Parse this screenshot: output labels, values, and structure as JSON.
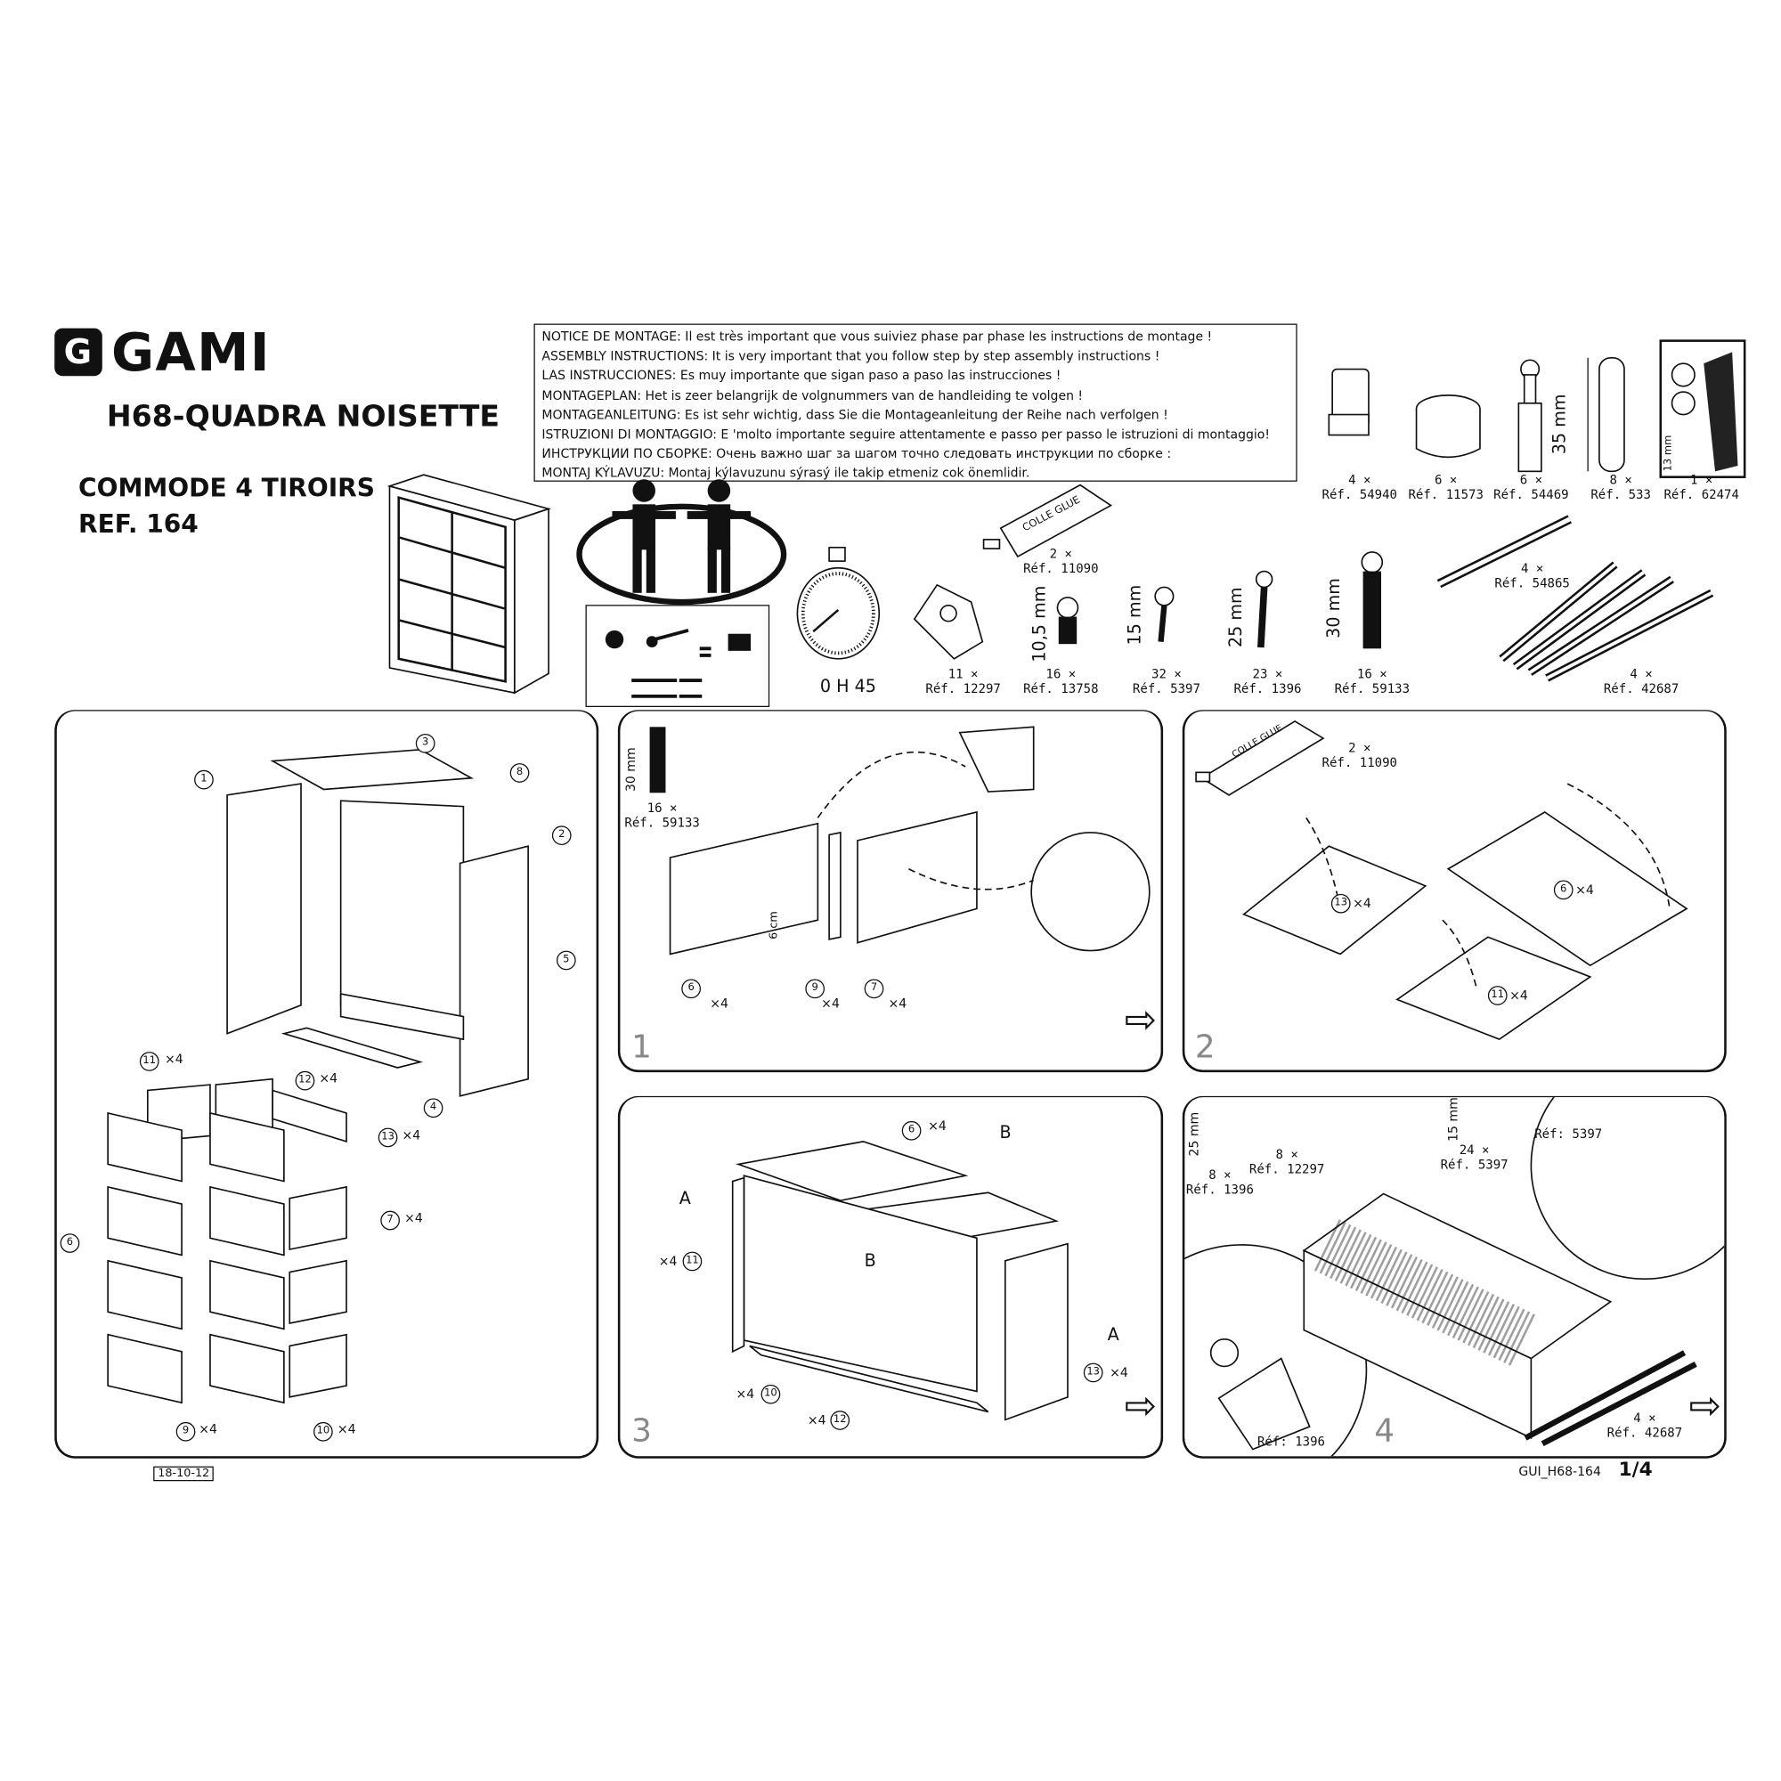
{
  "header": {
    "logo": "GAMI",
    "product": "H68-QUADRA NOISETTE",
    "type": "COMMODE 4 TIROIRS",
    "ref": "REF. 164"
  },
  "notice": [
    "NOTICE DE MONTAGE: Il est très important que vous suiviez phase par phase les instructions de montage !",
    "ASSEMBLY INSTRUCTIONS: It is very important that you follow step by step assembly instructions !",
    "LAS INSTRUCCIONES: Es muy importante que sigan paso a paso las instrucciones !",
    "MONTAGEPLAN: Het is zeer belangrijk de volgnummers van de handleiding te volgen !",
    "MONTAGEANLEITUNG: Es ist sehr wichtig, dass Sie die Montageanleitung der Reihe nach verfolgen !",
    "ISTRUZIONI DI MONTAGGIO: E 'molto importante seguire attentamente e passo per passo le istruzioni di montaggio!",
    "ИНСТРУКЦИИ ПО СБОРКЕ: Очень важно шаг за шагом точно следовать инструкции по сборке :",
    "MONTAJ KÝLAVUZU: Montaj kýlavuzunu sýrasý ile takip etmeniz cok önemlidir."
  ],
  "assembly_time": "0 H 45",
  "hardware": [
    {
      "qty": "4 ×",
      "ref": "Réf. 54940"
    },
    {
      "qty": "6 ×",
      "ref": "Réf. 11573"
    },
    {
      "qty": "6 ×",
      "ref": "Réf. 54469"
    },
    {
      "qty": "8 ×",
      "ref": "Réf. 533",
      "size": "35 mm"
    },
    {
      "qty": "1 ×",
      "ref": "Réf. 62474",
      "size": "13 mm"
    },
    {
      "qty": "2 ×",
      "ref": "Réf. 11090",
      "label": "COLLE GLUE"
    },
    {
      "qty": "4 ×",
      "ref": "Réf. 54865"
    },
    {
      "qty": "11 ×",
      "ref": "Réf. 12297"
    },
    {
      "qty": "16 ×",
      "ref": "Réf. 13758",
      "size": "10,5 mm"
    },
    {
      "qty": "32 ×",
      "ref": "Réf. 5397",
      "size": "15 mm"
    },
    {
      "qty": "23 ×",
      "ref": "Réf. 1396",
      "size": "25 mm"
    },
    {
      "qty": "16 ×",
      "ref": "Réf. 59133",
      "size": "30 mm"
    },
    {
      "qty": "4 ×",
      "ref": "Réf. 42687"
    }
  ],
  "overview": {
    "parts": [
      "1",
      "3",
      "8",
      "2",
      "5",
      "4",
      "11",
      "12",
      "13",
      "7",
      "6",
      "9",
      "10"
    ],
    "mult": "×4"
  },
  "step1": {
    "number": "1",
    "qty": "16 ×",
    "ref": "Réf. 59133",
    "size": "30 mm",
    "gap": "6 cm",
    "parts": [
      "6",
      "9",
      "7"
    ],
    "mult": "×4"
  },
  "step2": {
    "number": "2",
    "qty": "2 ×",
    "ref": "Réf. 11090",
    "glue": "COLLE GLUE",
    "parts": [
      "13",
      "6",
      "11"
    ],
    "mult": "×4"
  },
  "step3": {
    "number": "3",
    "parts": [
      "6",
      "11",
      "10",
      "12",
      "13"
    ],
    "mult": "×4",
    "markA": "A",
    "markB": "B"
  },
  "step4": {
    "number": "4",
    "items": [
      {
        "qty": "8 ×",
        "ref": "Réf. 1396",
        "size": "25 mm"
      },
      {
        "qty": "8 ×",
        "ref": "Réf. 12297"
      },
      {
        "qty": "24 ×",
        "ref": "Réf. 5397",
        "size": "15 mm"
      },
      {
        "qty": "4 ×",
        "ref": "Réf. 42687"
      }
    ],
    "detail1": "Réf: 5397",
    "detail2": "Réf: 1396"
  },
  "footer": {
    "date": "18-10-12",
    "doc": "GUI_H68-164",
    "page": "1/4"
  }
}
